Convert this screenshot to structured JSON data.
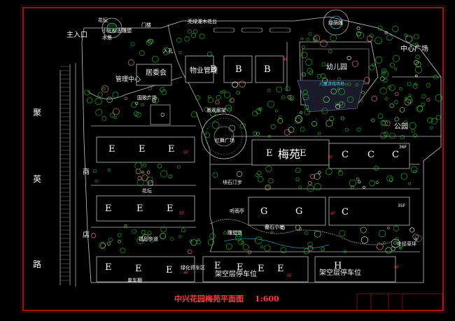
{
  "title": "中兴花园梅苑平面图",
  "scale": "1:600",
  "road": "聚  英  路",
  "road_chars": [
    "聚",
    "英",
    "路"
  ],
  "side_chars": [
    "商",
    "店"
  ],
  "zones": {
    "main_entrance": "主入口",
    "center_square": "中心广场",
    "management": "管理中心",
    "residents_committee": "居委会",
    "property": "物业管理",
    "kindergarten": "幼儿园",
    "park": "公园",
    "meiyuan": "梅苑",
    "parking1": "架空层停车位",
    "parking2": "架空层停车位"
  },
  "small_labels": {
    "flower_pond": "花坛",
    "logo_sculpture": "小区标志雕塑",
    "water_feature": "水景",
    "gate": "门楼",
    "green_belt": "壳绿灌木花台",
    "green_sculpture": "绿荫雕",
    "entrance": "入孔",
    "childrens_area": "儿童游戏场地",
    "national_square": "国歌广场",
    "landscape_corridor": "景观廊架",
    "central_plaza": "红舞广场",
    "stepping_stones": "块石汀步",
    "flower_bed": "花坛",
    "water_pavilion": "听雨亭",
    "sculpture_path": "雕塑道",
    "stone_path": "叠石小景",
    "garden_path": "孤形步道",
    "bicycle_shed": "单车棚",
    "parking_area": "绿化停车区",
    "curve_path": "叶径草坪"
  },
  "blocks": {
    "B": [
      "B",
      "B",
      "B"
    ],
    "E_row1": [
      "E",
      "E",
      "E"
    ],
    "E_row2": [
      "E",
      "E",
      "E"
    ],
    "E_row3": [
      "E",
      "E",
      "E"
    ],
    "E_row4": [
      "E",
      "E",
      "E",
      "E"
    ],
    "E_meiyuan": [
      "E",
      "E"
    ],
    "C_row1": [
      "C",
      "C",
      "C"
    ],
    "G": [
      "G",
      "G"
    ],
    "C_row2": "C",
    "H": "H"
  },
  "floor_tags": [
    "4F",
    "5F",
    "36F",
    "5F",
    "4F",
    "5F",
    "35F",
    "4F",
    "5F",
    "4F"
  ],
  "colors": {
    "border": "#d01818",
    "building": "#b8b8b8",
    "road": "#b8b8b8",
    "tree": "#22c02a",
    "accent": "#ff3a3a",
    "water": "#40e0ff"
  }
}
